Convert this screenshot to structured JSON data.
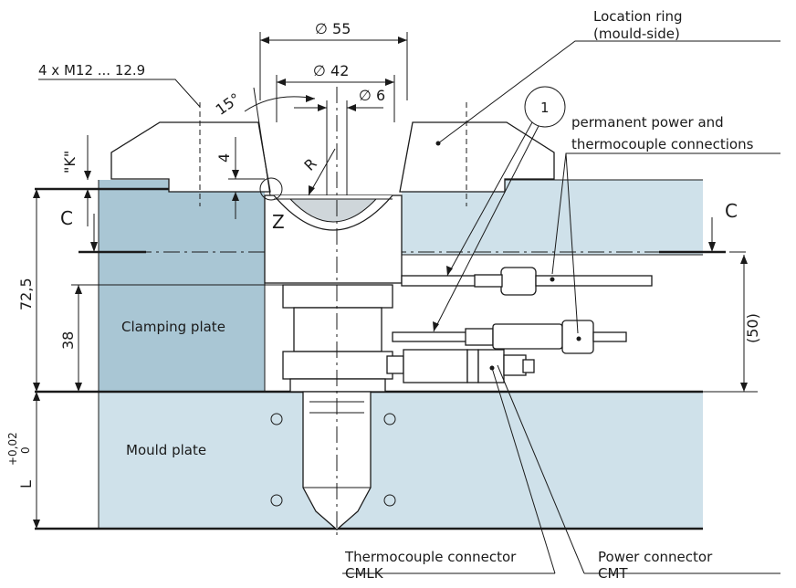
{
  "colors": {
    "clamping_plate": "#a9c6d4",
    "mould_plate": "#cfe1ea",
    "location_ring": "#9cc0d1",
    "line": "#1a1a1a",
    "background": "#ffffff"
  },
  "labels": {
    "location_ring_line1": "Location ring",
    "location_ring_line2": "(mould-side)",
    "screws": "4 x M12 ... 12.9",
    "angle": "15°",
    "balloon": "1",
    "permanent_line1": "permanent power and",
    "permanent_line2": "thermocouple connections",
    "k_label": "\"K\"",
    "radius": "R",
    "detail": "Z",
    "section_left": "C",
    "section_right": "C",
    "clamping_plate": "Clamping plate",
    "mould_plate": "Mould plate",
    "thermocouple_line1": "Thermocouple connector",
    "thermocouple_line2": "CMLK",
    "power_line1": "Power connector",
    "power_line2": "CMT"
  },
  "dimensions": {
    "d55": "∅ 55",
    "d42": "∅ 42",
    "d6": "∅ 6",
    "four": "4",
    "h72": "72,5",
    "h38": "38",
    "h50": "(50)",
    "l": "L",
    "tol_upper": "+0,02",
    "tol_lower": "0"
  }
}
